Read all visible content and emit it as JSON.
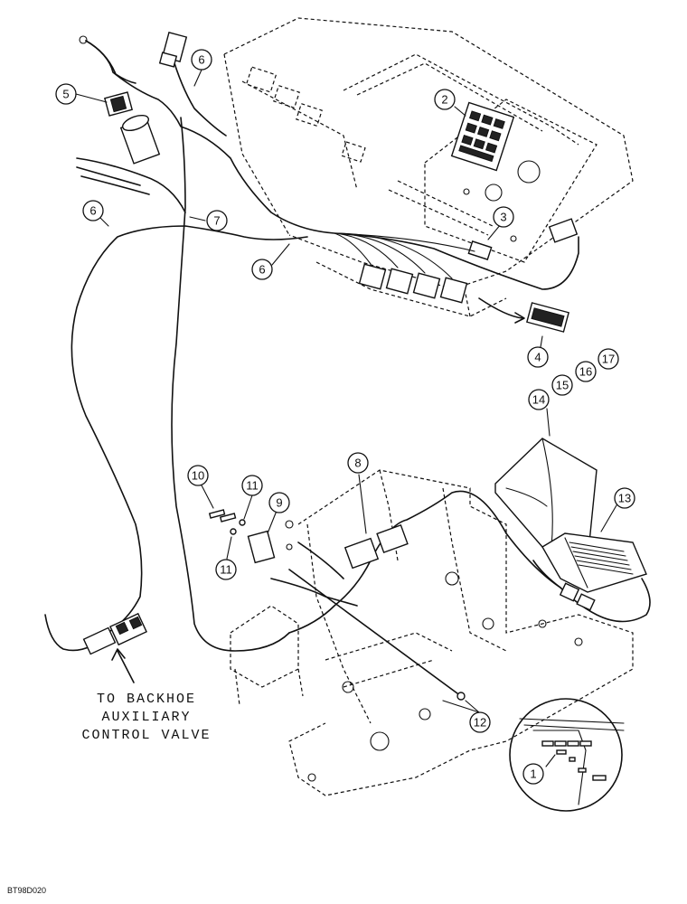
{
  "callouts": {
    "c1": "1",
    "c2": "2",
    "c3": "3",
    "c4": "4",
    "c5": "5",
    "c6a": "6",
    "c6b": "6",
    "c6c": "6",
    "c7": "7",
    "c8": "8",
    "c9": "9",
    "c10": "10",
    "c11a": "11",
    "c11b": "11",
    "c12": "12",
    "c13": "13",
    "c14": "14",
    "c15": "15",
    "c16": "16",
    "c17": "17"
  },
  "caption": {
    "line1": "TO BACKHOE",
    "line2": "AUXILIARY",
    "line3": "CONTROL VALVE"
  },
  "figure_code": "BT98D020"
}
